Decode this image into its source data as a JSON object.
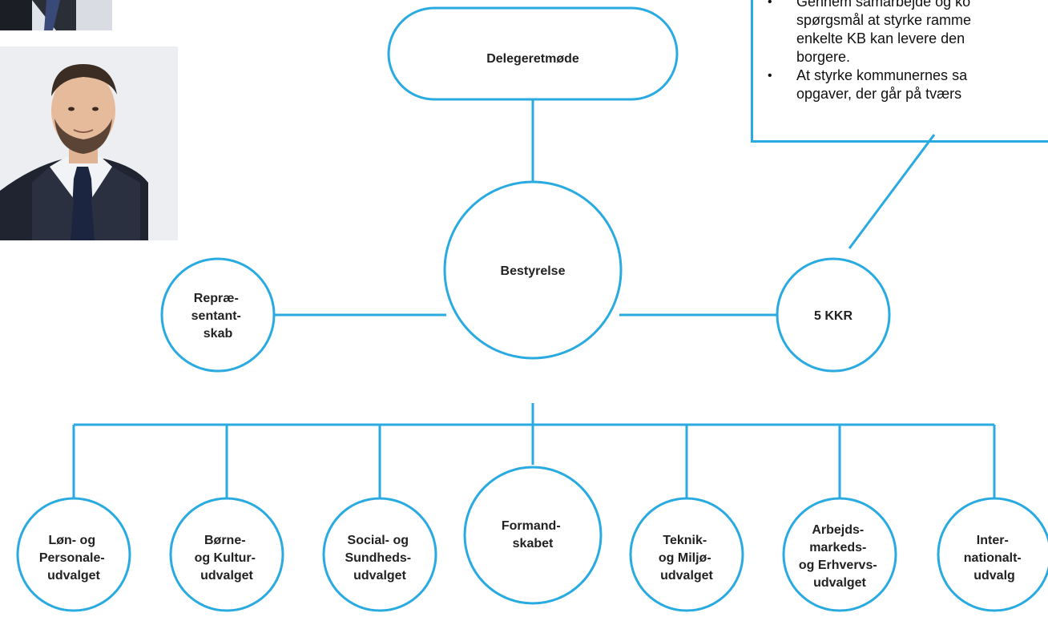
{
  "nodes": {
    "delegeretmode": [
      "Delegeretmøde"
    ],
    "bestyrelse": [
      "Bestyrelse"
    ],
    "repraesentantskab": [
      "Repræ-",
      "sentant-",
      "skab"
    ],
    "kkr": [
      "5 KKR"
    ],
    "lon": [
      "Løn- og",
      "Personale-",
      "udvalget"
    ],
    "borne": [
      "Børne-",
      "og Kultur-",
      "udvalget"
    ],
    "social": [
      "Social- og",
      "Sundheds-",
      "udvalget"
    ],
    "formand": [
      "Formand-",
      "skabet"
    ],
    "teknik": [
      "Teknik-",
      "og Miljø-",
      "udvalget"
    ],
    "arbejds": [
      "Arbejds-",
      "markeds-",
      "og Erhvervs-",
      "udvalget"
    ],
    "inter": [
      "Inter-",
      "nationalt-",
      "udvalg"
    ]
  },
  "callout": {
    "bullet_glyph": "•",
    "items": [
      {
        "lines": [
          "Gennem samarbejde og ko",
          "spørgsmål at styrke ramme",
          "enkelte KB kan levere den",
          "borgere."
        ]
      },
      {
        "lines": [
          "At styrke kommunernes sa",
          "opgaver, der går på tværs"
        ]
      }
    ]
  },
  "colors": {
    "accent": "#29aae1",
    "text": "#222222"
  },
  "photos": {
    "top_photo": "person-photo-cropped",
    "portrait_photo": "man-in-suit-portrait"
  }
}
